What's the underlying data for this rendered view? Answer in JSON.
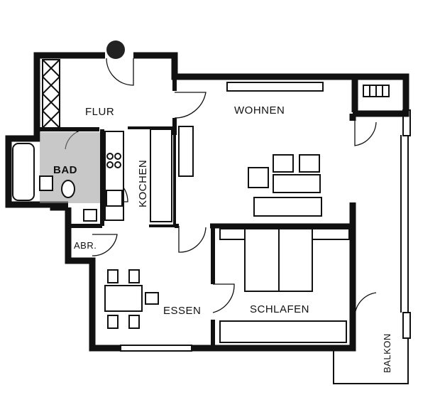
{
  "plan": {
    "rooms": {
      "flur": "FLUR",
      "wohnen": "WOHNEN",
      "bad": "BAD",
      "kochen": "KOCHEN",
      "abstellraum": "ABR.",
      "essen": "ESSEN",
      "schlafen": "SCHLAFEN",
      "balkon": "BALKON"
    }
  }
}
